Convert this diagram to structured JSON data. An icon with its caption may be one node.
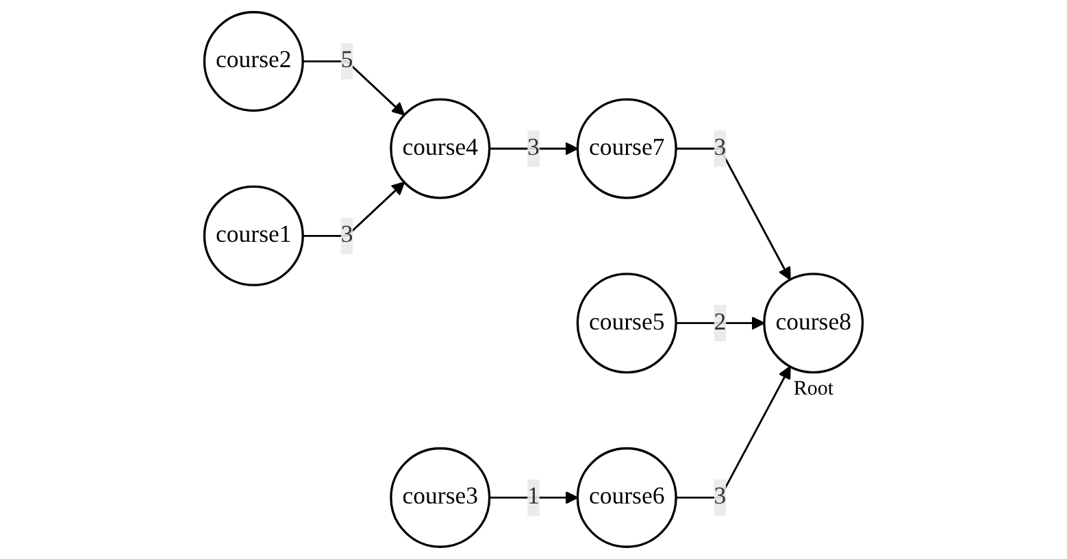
{
  "diagram": {
    "nodes": [
      {
        "text": [
          "course1"
        ]
      },
      {
        "text": [
          "course2"
        ]
      },
      {
        "text": [
          "course3"
        ]
      },
      {
        "text": [
          "course4"
        ]
      },
      {
        "text": [
          "course5"
        ]
      },
      {
        "text": [
          "course6"
        ]
      },
      {
        "text": [
          "course7"
        ]
      },
      {
        "text": [
          "course8"
        ],
        "beside": [
          "Root"
        ]
      }
    ],
    "edges": [
      {
        "from": 1,
        "to": 3,
        "arrow": "to",
        "label": "5"
      },
      {
        "from": 0,
        "to": 3,
        "arrow": "to",
        "label": "3"
      },
      {
        "from": 3,
        "to": 6,
        "arrow": "to",
        "label": "3"
      },
      {
        "from": 6,
        "to": 7,
        "arrow": "to",
        "label": "3"
      },
      {
        "from": 4,
        "to": 7,
        "arrow": "to",
        "label": "2"
      },
      {
        "from": 2,
        "to": 5,
        "arrow": "to",
        "label": "1"
      },
      {
        "from": 5,
        "to": 7,
        "arrow": "to",
        "label": "3"
      }
    ]
  }
}
